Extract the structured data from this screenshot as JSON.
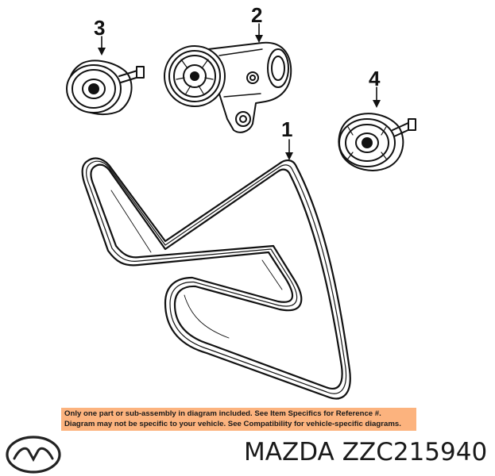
{
  "diagram": {
    "callouts": [
      "1",
      "2",
      "3",
      "4"
    ]
  },
  "notice": {
    "line1": "Only one part or sub-assembly in diagram included. See Item Specifics for Reference #.",
    "line2": "Diagram may not be specific to your vehicle. See Compatibility for vehicle-specific diagrams.",
    "background_color": "#fcb37e"
  },
  "caption": {
    "brand": "MAZDA",
    "part_number": "ZZC215940"
  },
  "logo": {
    "icon": "mazda-wing-emblem"
  }
}
